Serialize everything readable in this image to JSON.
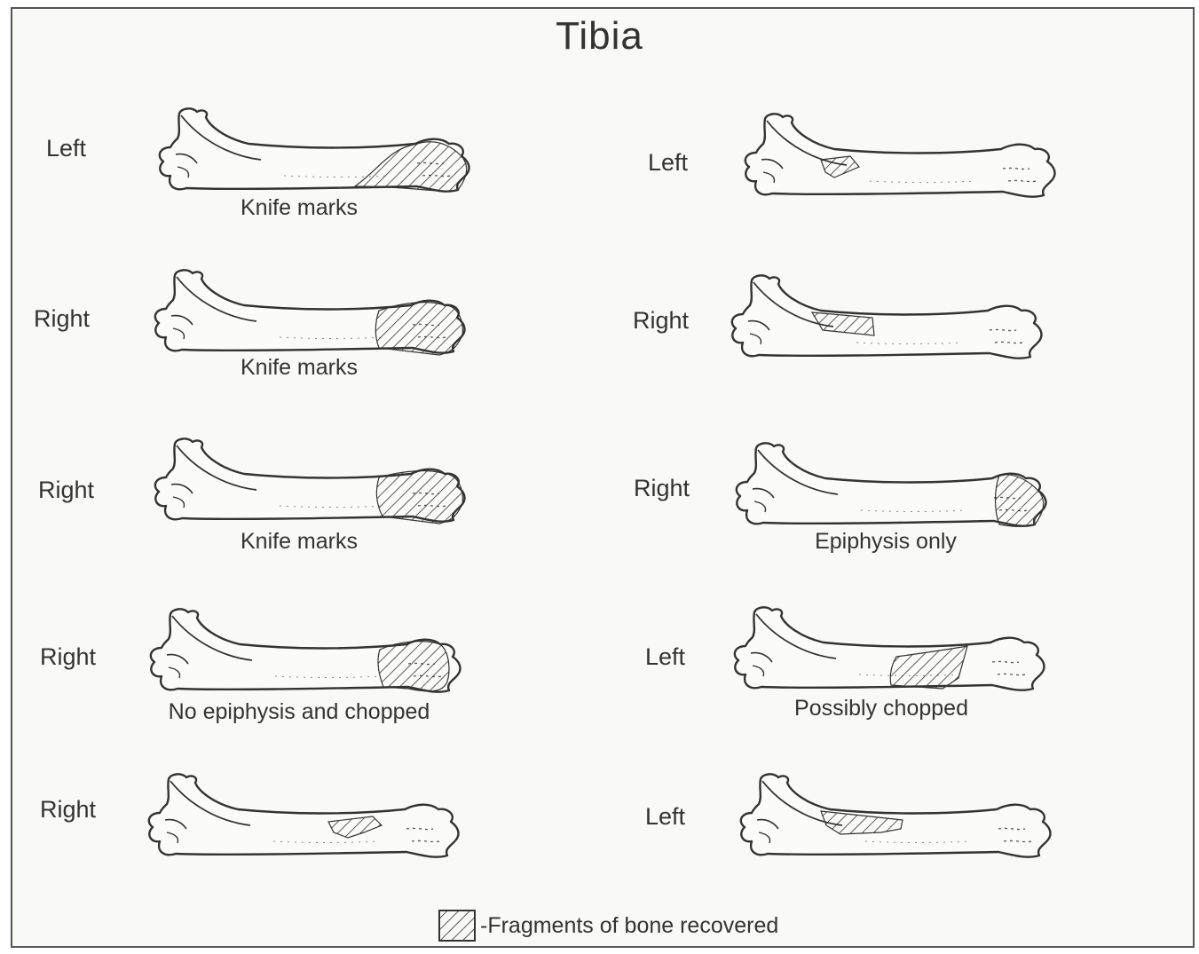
{
  "title": "Tibia",
  "specimens": [
    {
      "side": "Left",
      "caption": "Knife marks"
    },
    {
      "side": "Left",
      "caption": ""
    },
    {
      "side": "Right",
      "caption": "Knife marks"
    },
    {
      "side": "Right",
      "caption": ""
    },
    {
      "side": "Right",
      "caption": "Knife marks"
    },
    {
      "side": "Right",
      "caption": "Epiphysis only"
    },
    {
      "side": "Right",
      "caption": "No epiphysis and chopped"
    },
    {
      "side": "Left",
      "caption": "Possibly chopped"
    },
    {
      "side": "Right",
      "caption": ""
    },
    {
      "side": "Left",
      "caption": ""
    }
  ],
  "legend": {
    "label": "-Fragments of bone recovered"
  }
}
